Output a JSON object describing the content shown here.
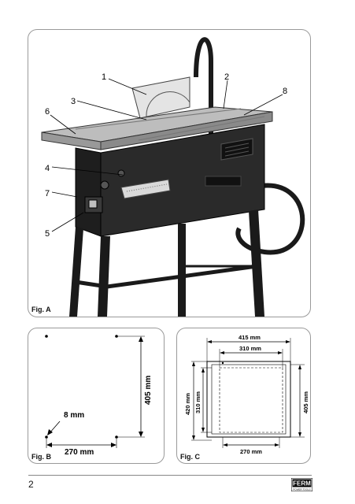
{
  "figure_a": {
    "label": "Fig. A",
    "callouts": [
      "1",
      "2",
      "3",
      "4",
      "5",
      "6",
      "7",
      "8"
    ]
  },
  "figure_b": {
    "label": "Fig. B",
    "dim_vertical": "405 mm",
    "dim_horizontal": "270 mm",
    "dim_diagonal": "8 mm"
  },
  "figure_c": {
    "label": "Fig. C",
    "dim_outer_width": "415 mm",
    "dim_inner_width": "310 mm",
    "dim_outer_height": "420 mm",
    "dim_inner_height": "310 mm",
    "dim_right_height": "405 mm",
    "dim_bottom_width": "270 mm"
  },
  "footer": {
    "page_number": "2",
    "brand": "FERM",
    "brand_tagline": "POWER TOOLS"
  }
}
